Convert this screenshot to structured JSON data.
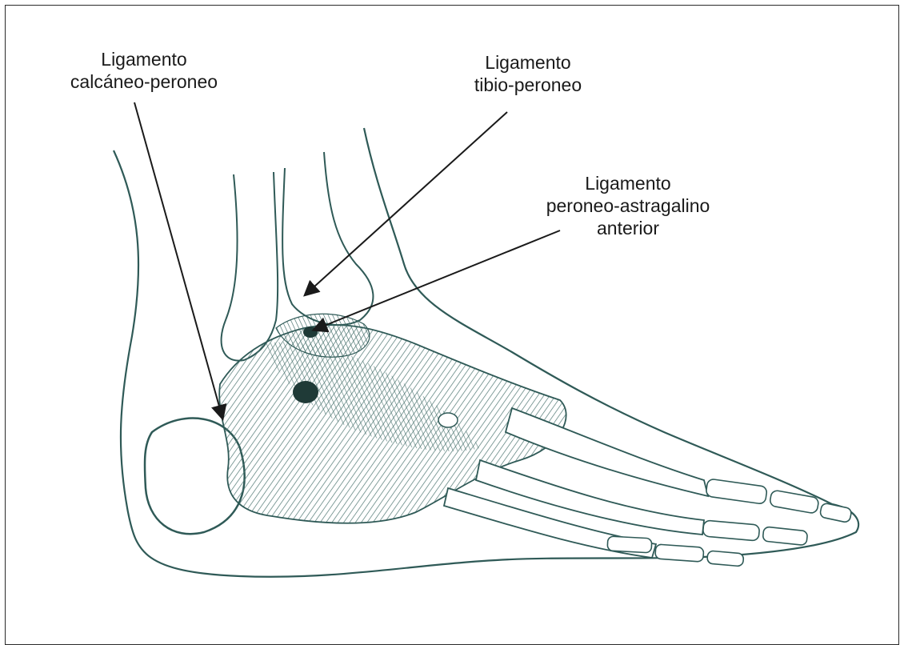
{
  "labels": {
    "calcaneo_peroneo": {
      "line1": "Ligamento",
      "line2": "calcáneo-peroneo"
    },
    "tibio_peroneo": {
      "line1": "Ligamento",
      "line2": "tibio-peroneo"
    },
    "peroneo_astragalino": {
      "line1": "Ligamento",
      "line2": "peroneo-astragalino",
      "line3": "anterior"
    }
  },
  "colors": {
    "illustration": "#2f5a57",
    "hatching": "#4f7773",
    "pointer": "#1a1a1a",
    "frame": "#2a2a2a"
  }
}
